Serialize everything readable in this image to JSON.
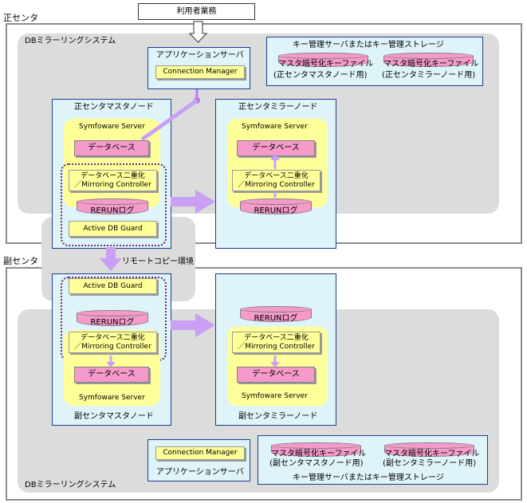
{
  "user_business": "利用者業務",
  "primary_center": {
    "title": "正センタ",
    "system_label": "DBミラーリングシステム",
    "app_server": {
      "title": "アプリケーションサーバ",
      "connection_manager": "Connection Manager"
    },
    "key_storage": {
      "title": "キー管理サーバまたはキー管理ストレージ",
      "master_file": {
        "name": "マスタ暗号化キーファイル",
        "owner": "(正センタマスタノード用)"
      },
      "mirror_file": {
        "name": "マスタ暗号化キーファイル",
        "owner": "(正センタミラーノード用)"
      }
    },
    "master_node": {
      "title": "正センタマスタノード",
      "symfoware": "Symfoware Server",
      "database": "データベース",
      "duplex_line1": "データベース二重化",
      "duplex_line2": "／Mirroring Controller",
      "rerun_log": "RERUNログ",
      "active_db_guard": "Active DB Guard"
    },
    "mirror_node": {
      "title": "正センタミラーノード",
      "symfoware": "Symfoware Server",
      "database": "データベース",
      "duplex_line1": "データベース二重化",
      "duplex_line2": "／Mirroring Controller",
      "rerun_log": "RERUNログ"
    }
  },
  "remote_copy": "リモートコピー環境",
  "secondary_center": {
    "title": "副センタ",
    "system_label": "DBミラーリングシステム",
    "app_server": {
      "title": "アプリケーションサーバ",
      "connection_manager": "Connection Manager"
    },
    "key_storage": {
      "title": "キー管理サーバまたはキー管理ストレージ",
      "master_file": {
        "name": "マスタ暗号化キーファイル",
        "owner": "(副センタマスタノード用)"
      },
      "mirror_file": {
        "name": "マスタ暗号化キーファイル",
        "owner": "(副センタミラーノード用)"
      }
    },
    "master_node": {
      "title": "副センタマスタノード",
      "symfoware": "Symfoware Server",
      "database": "データベース",
      "duplex_line1": "データベース二重化",
      "duplex_line2": "／Mirroring Controller",
      "rerun_log": "RERUNログ",
      "active_db_guard": "Active DB Guard"
    },
    "mirror_node": {
      "title": "副センタミラーノード",
      "symfoware": "Symfoware Server",
      "database": "データベース",
      "duplex_line1": "データベース二重化",
      "duplex_line2": "／Mirroring Controller",
      "rerun_log": "RERUNログ"
    }
  },
  "colors": {
    "arrow": "#c9a0f5",
    "connector": "#b57cf0",
    "node_fill": "#dff4f8",
    "symfoware_fill": "#ffff99",
    "db_fill": "#f59acb",
    "site_border": "#8c8c8c",
    "group_fill": "#dcdcdc"
  }
}
